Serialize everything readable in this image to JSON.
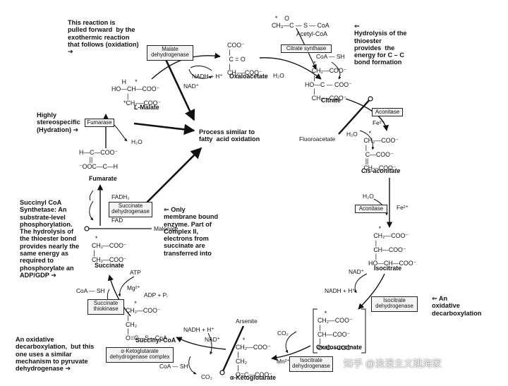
{
  "annotations": {
    "malate_dh": "This reaction is\npulled forward  by the\nexothermic reaction\nthat follows (oxidation)\n➔",
    "fumarase": "Highly\nstereospecific\n(Hydration) ➔",
    "fatty_acid": "Process similar to\nfatty  acid oxidation",
    "citrate_synthase": "⇐\nHydrolysis of the\nthioester\nprovides  the\nenergy for C – C\nbond formation",
    "succinate_dh": "⇐ Only\nmembrane bound\nenzyme. Part of\nComplex II,\nelectrons from\nsuccinate are\ntransferred into",
    "succinyl_coa_synthetase": "Succinyl CoA\nSynthetase: An\nsubstrate-level\nphosphorylation.\nThe hydrolysis of\nthe thioester bond\nprovides nearly the\nsame energy as\nrequired to\nphosphorylate an\nADP/GDP ➔",
    "isocitrate_dh": "⇐ An\noxidative\ndecarboxylation",
    "alpha_kg_dh": "An oxidative\ndecarboxylation,  but this\none uses a similar\nmechanism to pyruvate\ndehydrogenase ➔"
  },
  "enzymes": {
    "malate_dh": "Malate\ndehydrogenase",
    "citrate_synthase": "Citrate synthase",
    "aconitase_1": "Aconitase",
    "aconitase_2": "Aconitase",
    "fumarase": "Fumarase",
    "succinate_dh": "Succinate\ndehydrogenase",
    "succinate_thiokinase": "Succinate\nthiokinase",
    "isocitrate_dh": "Isocitrate\ndehydrogenase",
    "akg_dh_complex": "α-Ketoglutarate\ndehydrogenase complex",
    "isocitrate_dh_2": "Isocitrate\ndehydrogenase"
  },
  "molecules": {
    "acetyl_coa": "  *    O\nCH₃—C — S — CoA",
    "acetyl_coa_name": "Acetyl-CoA",
    "oxaloacetate": "COO⁻\n |\n C = O\n |\nCH₂—COO⁻",
    "oxaloacetate_name": "Oxaloacetate",
    "citrate": "     *\n    CH₂—COO⁻\n     |\nHO—C — COO⁻\n     |\n    CH₂—COO⁻",
    "citrate_name": "Citrate",
    "malate": "      H     *\nHO—CH—COO⁻\n         |\n       *CH₂—COO⁻",
    "malate_name": "L-Malate",
    "fumarate": "H—C—COO⁻\n      ||\n⁻OOC—C—H",
    "fumarate_name": "Fumarate",
    "cis_aconitate": "      *\n   CH₂—COO⁻\n    |\n    C—COO⁻\n    ||\n   CH—COO⁻",
    "cis_aconitate_name": "Cis-aconitate",
    "isocitrate": "      *\n   CH₂—COO⁻\n    |\n   CH—COO⁻\n    |\nHO—CH—COO⁻",
    "isocitrate_name": "Isocitrate",
    "succinate": "  *\nCH₂—COO⁻\n |\nCH₂—COO⁻",
    "succinate_name": "Succinate",
    "succinyl_coa": "     *\nCH₂—COO⁻\n |\nCH₂\n |\nO=C—S—CoA",
    "succinyl_coa_name": "Succinyl-CoA",
    "oxalosuccinate": "    *\nCH₂—COO⁻\n |\nCH—COO⁻\n |\nO=C—COO⁻",
    "oxalosuccinate_name": "Oxalosuccinate",
    "akg": "    *\nCH₂—COO⁻\n |\nCH₂\n |\nO=C—COO⁻",
    "akg_name": "α-Ketoglutarate"
  },
  "cofactors": {
    "nadh_h_top": "NADH + H⁺",
    "nad_top": "NAD⁺",
    "h2o_cs": "H₂O",
    "coa_sh_top": "CoA — SH",
    "h2o_cs2": "H₂O",
    "h2o_fumarase": "H₂O",
    "fluoroacetate": "Fluoroacetate",
    "fe_1": "Fe²⁺",
    "fe_2": "Fe²⁺",
    "h2o_acon2": "H₂O",
    "fadh2": "FADH₂",
    "fad": "FAD",
    "malonate": "Malonate",
    "atp": "ATP",
    "mg": "Mg²⁺",
    "adp_pi": "ADP + Pᵢ",
    "coa_sh_left": "CoA — SH",
    "nad_iso": "NAD⁺",
    "nadh_iso": "NADH + H⁺",
    "co2_right": "CO₂",
    "mn": "Mn²⁺",
    "arsenite": "Arsenite",
    "nadh_akg": "NADH + H⁺",
    "nad_akg": "NAD⁺",
    "coa_sh_bottom": "CoA — SH",
    "co2_bottom": "CO₂"
  },
  "watermark": "知乎 @浪漫主义跳海家"
}
